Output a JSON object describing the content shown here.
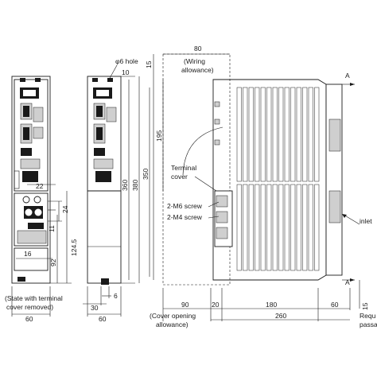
{
  "labels": {
    "hole": "φ6 hole",
    "wiring_allowance": "(Wiring\nallowance)",
    "terminal_cover": "Terminal\ncover",
    "m6_screw": "2-M6 screw",
    "m4_screw": "2-M4 screw",
    "state_note": "(State with terminal\ncover removed)",
    "cover_opening": "(Cover opening\nallowance)",
    "inlet": "inlet",
    "required_passage": "Requ\npassa",
    "section_a_top": "A",
    "section_a_bottom": "A"
  },
  "dimensions": {
    "d80": "80",
    "d15_top": "15",
    "d10": "10",
    "d195": "195",
    "d350": "350",
    "d360": "360",
    "d380": "380",
    "d22": "22",
    "d24": "24",
    "d11": "11",
    "d92": "92",
    "d124_5": "124.5",
    "d16": "16",
    "d30": "30",
    "d6": "6",
    "d60_left": "60",
    "d60_mid": "60",
    "d90": "90",
    "d20": "20",
    "d180": "180",
    "d60_right": "60",
    "d260": "260",
    "d15_bottom": "15"
  }
}
